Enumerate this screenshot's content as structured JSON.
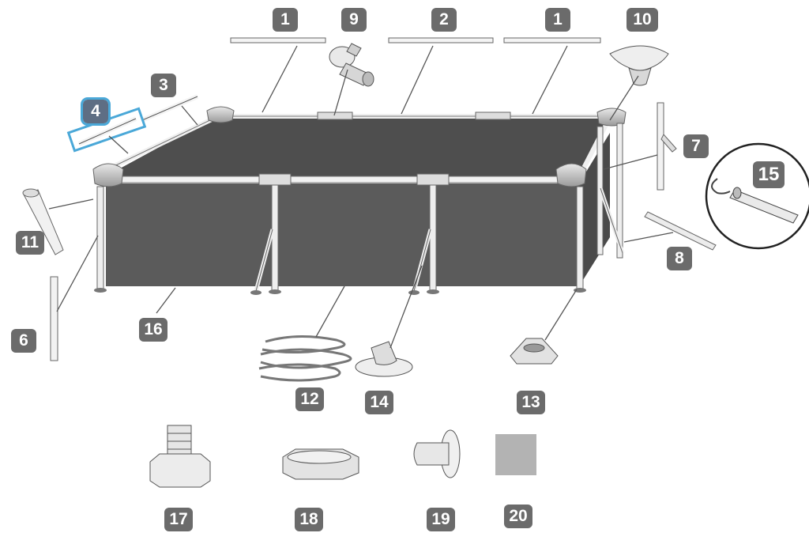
{
  "parts": [
    {
      "id": "part-1a",
      "label": "1"
    },
    {
      "id": "part-9",
      "label": "9"
    },
    {
      "id": "part-2",
      "label": "2"
    },
    {
      "id": "part-1b",
      "label": "1"
    },
    {
      "id": "part-10",
      "label": "10"
    },
    {
      "id": "part-3",
      "label": "3"
    },
    {
      "id": "part-4",
      "label": "4",
      "highlighted": true
    },
    {
      "id": "part-7",
      "label": "7"
    },
    {
      "id": "part-15",
      "label": "15"
    },
    {
      "id": "part-11",
      "label": "11"
    },
    {
      "id": "part-8",
      "label": "8"
    },
    {
      "id": "part-6",
      "label": "6"
    },
    {
      "id": "part-16",
      "label": "16"
    },
    {
      "id": "part-12",
      "label": "12"
    },
    {
      "id": "part-14",
      "label": "14"
    },
    {
      "id": "part-13",
      "label": "13"
    },
    {
      "id": "part-17",
      "label": "17"
    },
    {
      "id": "part-18",
      "label": "18"
    },
    {
      "id": "part-19",
      "label": "19"
    },
    {
      "id": "part-20",
      "label": "20"
    }
  ],
  "colors": {
    "badge": "#6b6b6b",
    "highlight_outline": "#4aa8d8",
    "pool_wall": "#5a5a5a",
    "pool_water": "#4f4f4f",
    "rail": "#eeeeee",
    "outline": "#555555",
    "patch": "#b3b3b3"
  }
}
